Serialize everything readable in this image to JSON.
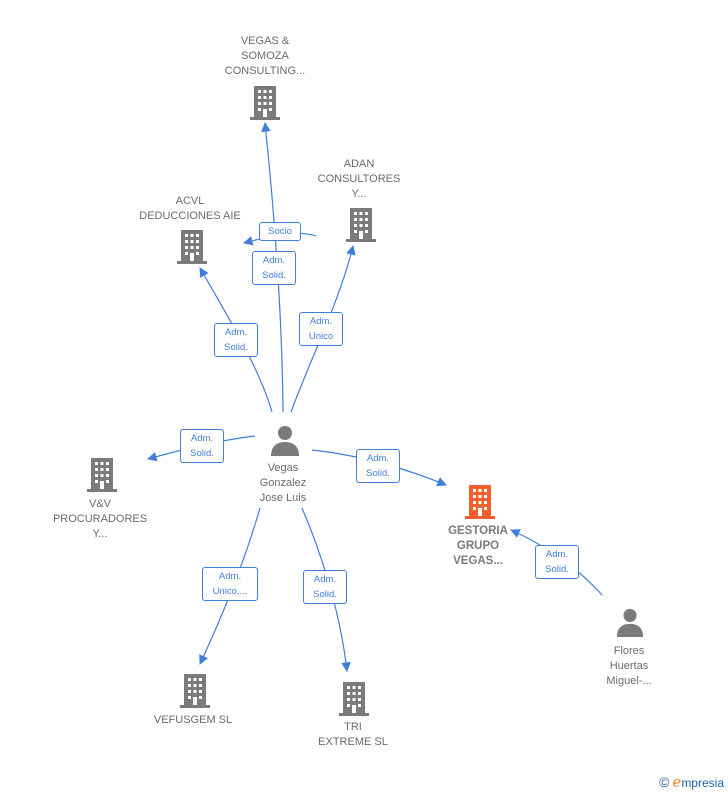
{
  "colors": {
    "company": "#7b7b7b",
    "highlight": "#f4602b",
    "person": "#7b7b7b",
    "edge": "#3f7fd9"
  },
  "nodes": {
    "vegas_somoza": {
      "type": "company",
      "label": "VEGAS &\nSOMOZA\nCONSULTING..."
    },
    "adan": {
      "type": "company",
      "label": "ADAN\nCONSULTORES\nY..."
    },
    "acvl": {
      "type": "company",
      "label": "ACVL\nDEDUCCIONES AIE"
    },
    "vv": {
      "type": "company",
      "label": "V&V\nPROCURADORES\nY..."
    },
    "gestoria": {
      "type": "company-highlight",
      "label": "GESTORIA\nGRUPO\nVEGAS..."
    },
    "vefusgem": {
      "type": "company",
      "label": "VEFUSGEM SL"
    },
    "tri": {
      "type": "company",
      "label": "TRI\nEXTREME SL"
    },
    "vegas_person": {
      "type": "person",
      "label": "Vegas\nGonzalez\nJose Luis"
    },
    "flores_person": {
      "type": "person",
      "label": "Flores\nHuertas\nMiguel-..."
    }
  },
  "edges": {
    "e1": "Socio",
    "e2": "Adm.\nSolid.",
    "e3": "Adm.\nUnico",
    "e4": "Adm.\nSolid.",
    "e5": "Adm.\nSolid.",
    "e6": "Adm.\nSolid.",
    "e7": "Adm.\nUnico,...",
    "e8": "Adm.\nSolid.",
    "e9": "Adm.\nSolid."
  },
  "brand": {
    "copyright": "©",
    "e": "e",
    "name": "mpresia"
  }
}
